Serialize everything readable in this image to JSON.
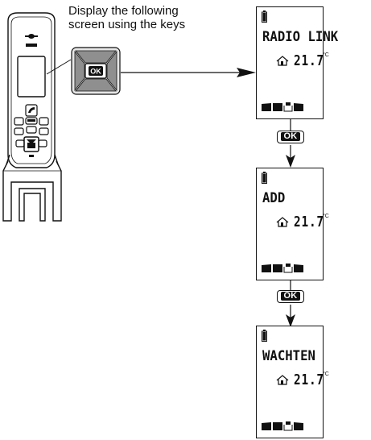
{
  "instruction": {
    "line1": "Display the following",
    "line2": "screen using the keys"
  },
  "key_label": "OK",
  "screens": [
    {
      "label": "RADIO LINK",
      "temperature": "21.7",
      "unit": "°C"
    },
    {
      "label": "ADD",
      "temperature": "21.7",
      "unit": "°C"
    },
    {
      "label": "WACHTEN",
      "temperature": "21.7",
      "unit": "°C"
    }
  ],
  "connectors": [
    {
      "button_label": "OK"
    },
    {
      "button_label": "OK"
    }
  ],
  "colors": {
    "ink": "#111111",
    "key_gray": "#8f8f8f",
    "key_light": "#e6e6e6"
  }
}
